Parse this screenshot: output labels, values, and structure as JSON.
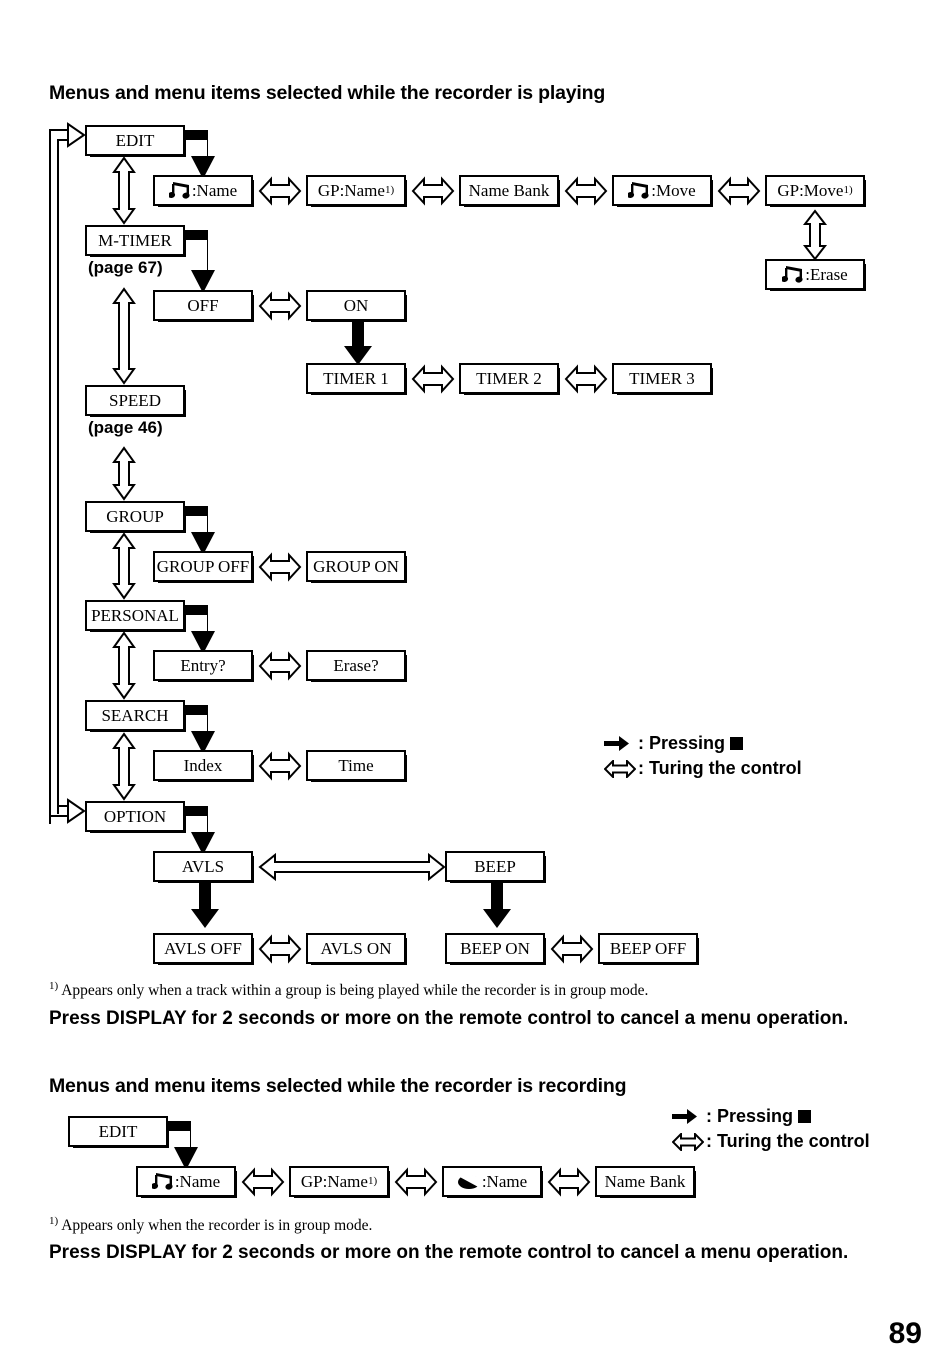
{
  "document": {
    "page_number": "89"
  },
  "section_playing": {
    "heading": "Menus and menu items selected while the recorder is playing",
    "menus": [
      {
        "label": "EDIT"
      },
      {
        "label": "M-TIMER",
        "page_ref": "(page 67)"
      },
      {
        "label": "SPEED",
        "page_ref": "(page 46)"
      },
      {
        "label": "GROUP"
      },
      {
        "label": "PERSONAL"
      },
      {
        "label": "SEARCH"
      },
      {
        "label": "OPTION"
      }
    ],
    "edit_items": [
      {
        "icon": "music-note-icon",
        "label": ":Name"
      },
      {
        "label": "GP:Name",
        "sup": "1)"
      },
      {
        "label": "Name Bank"
      },
      {
        "icon": "music-note-icon",
        "label": ":Move"
      },
      {
        "label": "GP:Move",
        "sup": "1)"
      }
    ],
    "edit_items_second_row": [
      {
        "icon": "music-note-icon",
        "label": ":Erase"
      }
    ],
    "mtimer_items": [
      {
        "label": "OFF"
      },
      {
        "label": "ON"
      }
    ],
    "timer_items": [
      {
        "label": "TIMER 1"
      },
      {
        "label": "TIMER 2"
      },
      {
        "label": "TIMER 3"
      }
    ],
    "group_items": [
      {
        "label": "GROUP OFF"
      },
      {
        "label": "GROUP ON"
      }
    ],
    "personal_items": [
      {
        "label": "Entry?"
      },
      {
        "label": "Erase?"
      }
    ],
    "search_items": [
      {
        "label": "Index"
      },
      {
        "label": "Time"
      }
    ],
    "option_items": [
      {
        "label": "AVLS"
      },
      {
        "label": "BEEP"
      }
    ],
    "avls_items": [
      {
        "label": "AVLS OFF"
      },
      {
        "label": "AVLS ON"
      }
    ],
    "beep_items": [
      {
        "label": "BEEP ON"
      },
      {
        "label": "BEEP OFF"
      }
    ],
    "legend": {
      "pressing": ": Pressing",
      "turning": ": Turing the control",
      "pressing_icon": "solid-right-arrow-icon",
      "turning_icon": "double-headed-outline-arrow-icon",
      "stop_button_icon": "solid-square-icon"
    },
    "footnote": "Appears only when a track within a group is being played while the recorder is in group mode.",
    "footnote_marker": "1)",
    "note": "Press DISPLAY for 2 seconds or more on the remote control to cancel a menu operation."
  },
  "section_recording": {
    "heading": "Menus and menu items selected while the recorder is recording",
    "menus": [
      {
        "label": "EDIT"
      }
    ],
    "edit_items": [
      {
        "icon": "music-note-icon",
        "label": ":Name"
      },
      {
        "label": "GP:Name",
        "sup": "1)"
      },
      {
        "icon": "disc-icon",
        "label": ":Name"
      },
      {
        "label": "Name Bank"
      }
    ],
    "legend": {
      "pressing": ": Pressing",
      "turning": ": Turing the control",
      "pressing_icon": "solid-right-arrow-icon",
      "turning_icon": "double-headed-outline-arrow-icon",
      "stop_button_icon": "solid-square-icon"
    },
    "footnote": "Appears only when the recorder is in group mode.",
    "footnote_marker": "1)",
    "note": "Press DISPLAY for 2 seconds or more on the remote control to cancel a menu operation."
  }
}
